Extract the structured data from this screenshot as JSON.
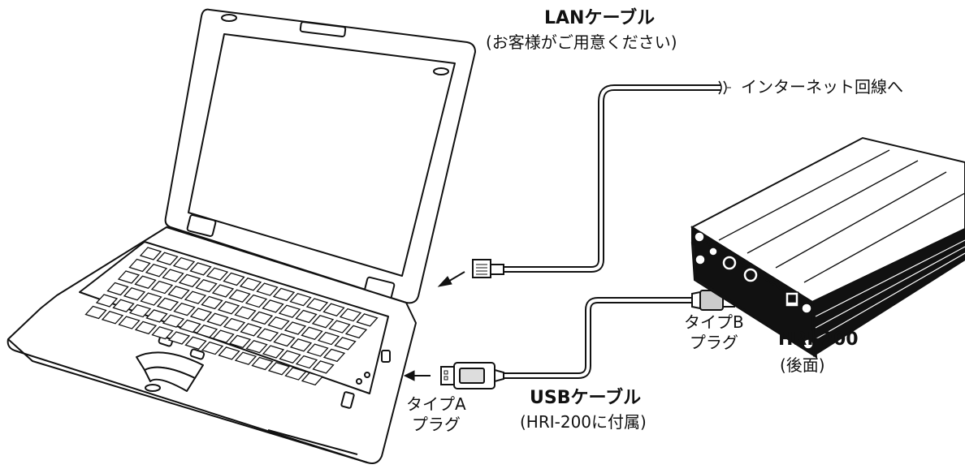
{
  "labels": {
    "lan_title": "LANケーブル",
    "lan_sub": "(お客様がご用意ください)",
    "internet": "インターネット回線へ",
    "usb_title": "USBケーブル",
    "usb_sub": "(HRI-200に付属)",
    "type_a_line1": "タイプA",
    "type_a_line2": "プラグ",
    "type_b_line1": "タイプB",
    "type_b_line2": "プラグ",
    "device_name": "HRI-200",
    "device_sub": "(後面)"
  }
}
